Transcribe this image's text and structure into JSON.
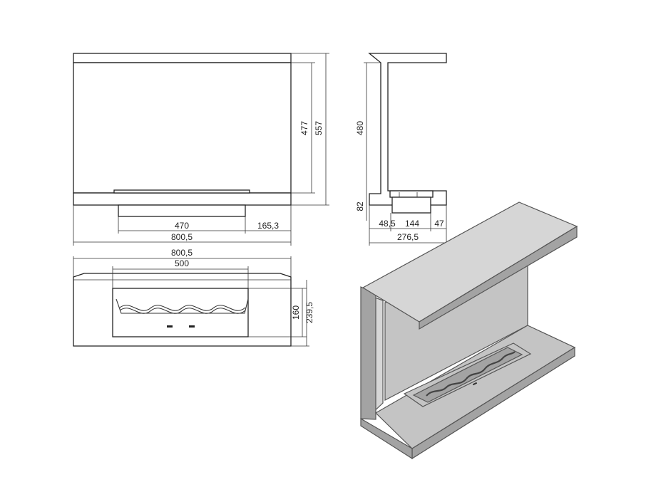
{
  "dimensions": {
    "front": {
      "height_inner": "477",
      "height_total": "557",
      "burner_width": "470",
      "offset_right": "165,3",
      "total_width": "800,5"
    },
    "side": {
      "back_height": "480",
      "base_height": "82",
      "offset_front": "48,5",
      "burner_depth": "144",
      "offset_back": "47",
      "total_depth": "276,5"
    },
    "top": {
      "total_width": "800,5",
      "burner_length": "500",
      "burner_depth": "160",
      "total_depth": "239,5"
    }
  },
  "colors": {
    "outline": "#222222",
    "steel_mid": "#c4c4c4",
    "steel_dark": "#a3a3a3",
    "steel_light": "#d6d6d6"
  }
}
